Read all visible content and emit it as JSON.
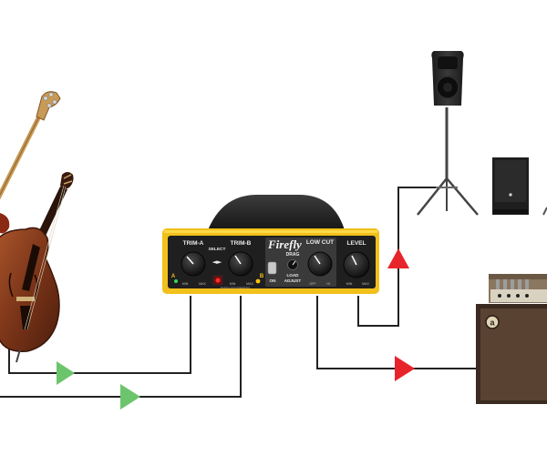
{
  "device": {
    "brand": "Firefly",
    "trim_a": "TRIM-A",
    "select": "SELECT",
    "trim_b": "TRIM-B",
    "drag": "DRAG",
    "low_cut": "LOW CUT",
    "level": "LEVEL",
    "load_adjust_line1": "LOAD",
    "load_adjust_line2": "ADJUST",
    "on": "ON",
    "input_a": "A",
    "input_b": "B",
    "min": "MIN",
    "max": "MAX",
    "off": "OFF",
    "hi": "HI",
    "maker": "RADIAL ENGINEERING",
    "select_arrows": "◄►"
  },
  "amp": {
    "badge": "a"
  },
  "colors": {
    "device_yellow": "#f2c01a",
    "device_black": "#1f1f1f",
    "arrow_green": "#6cc46c",
    "arrow_red": "#e8242b",
    "line": "#222222",
    "amp_cabinet": "#5a4232",
    "wood": "#7a3418"
  }
}
